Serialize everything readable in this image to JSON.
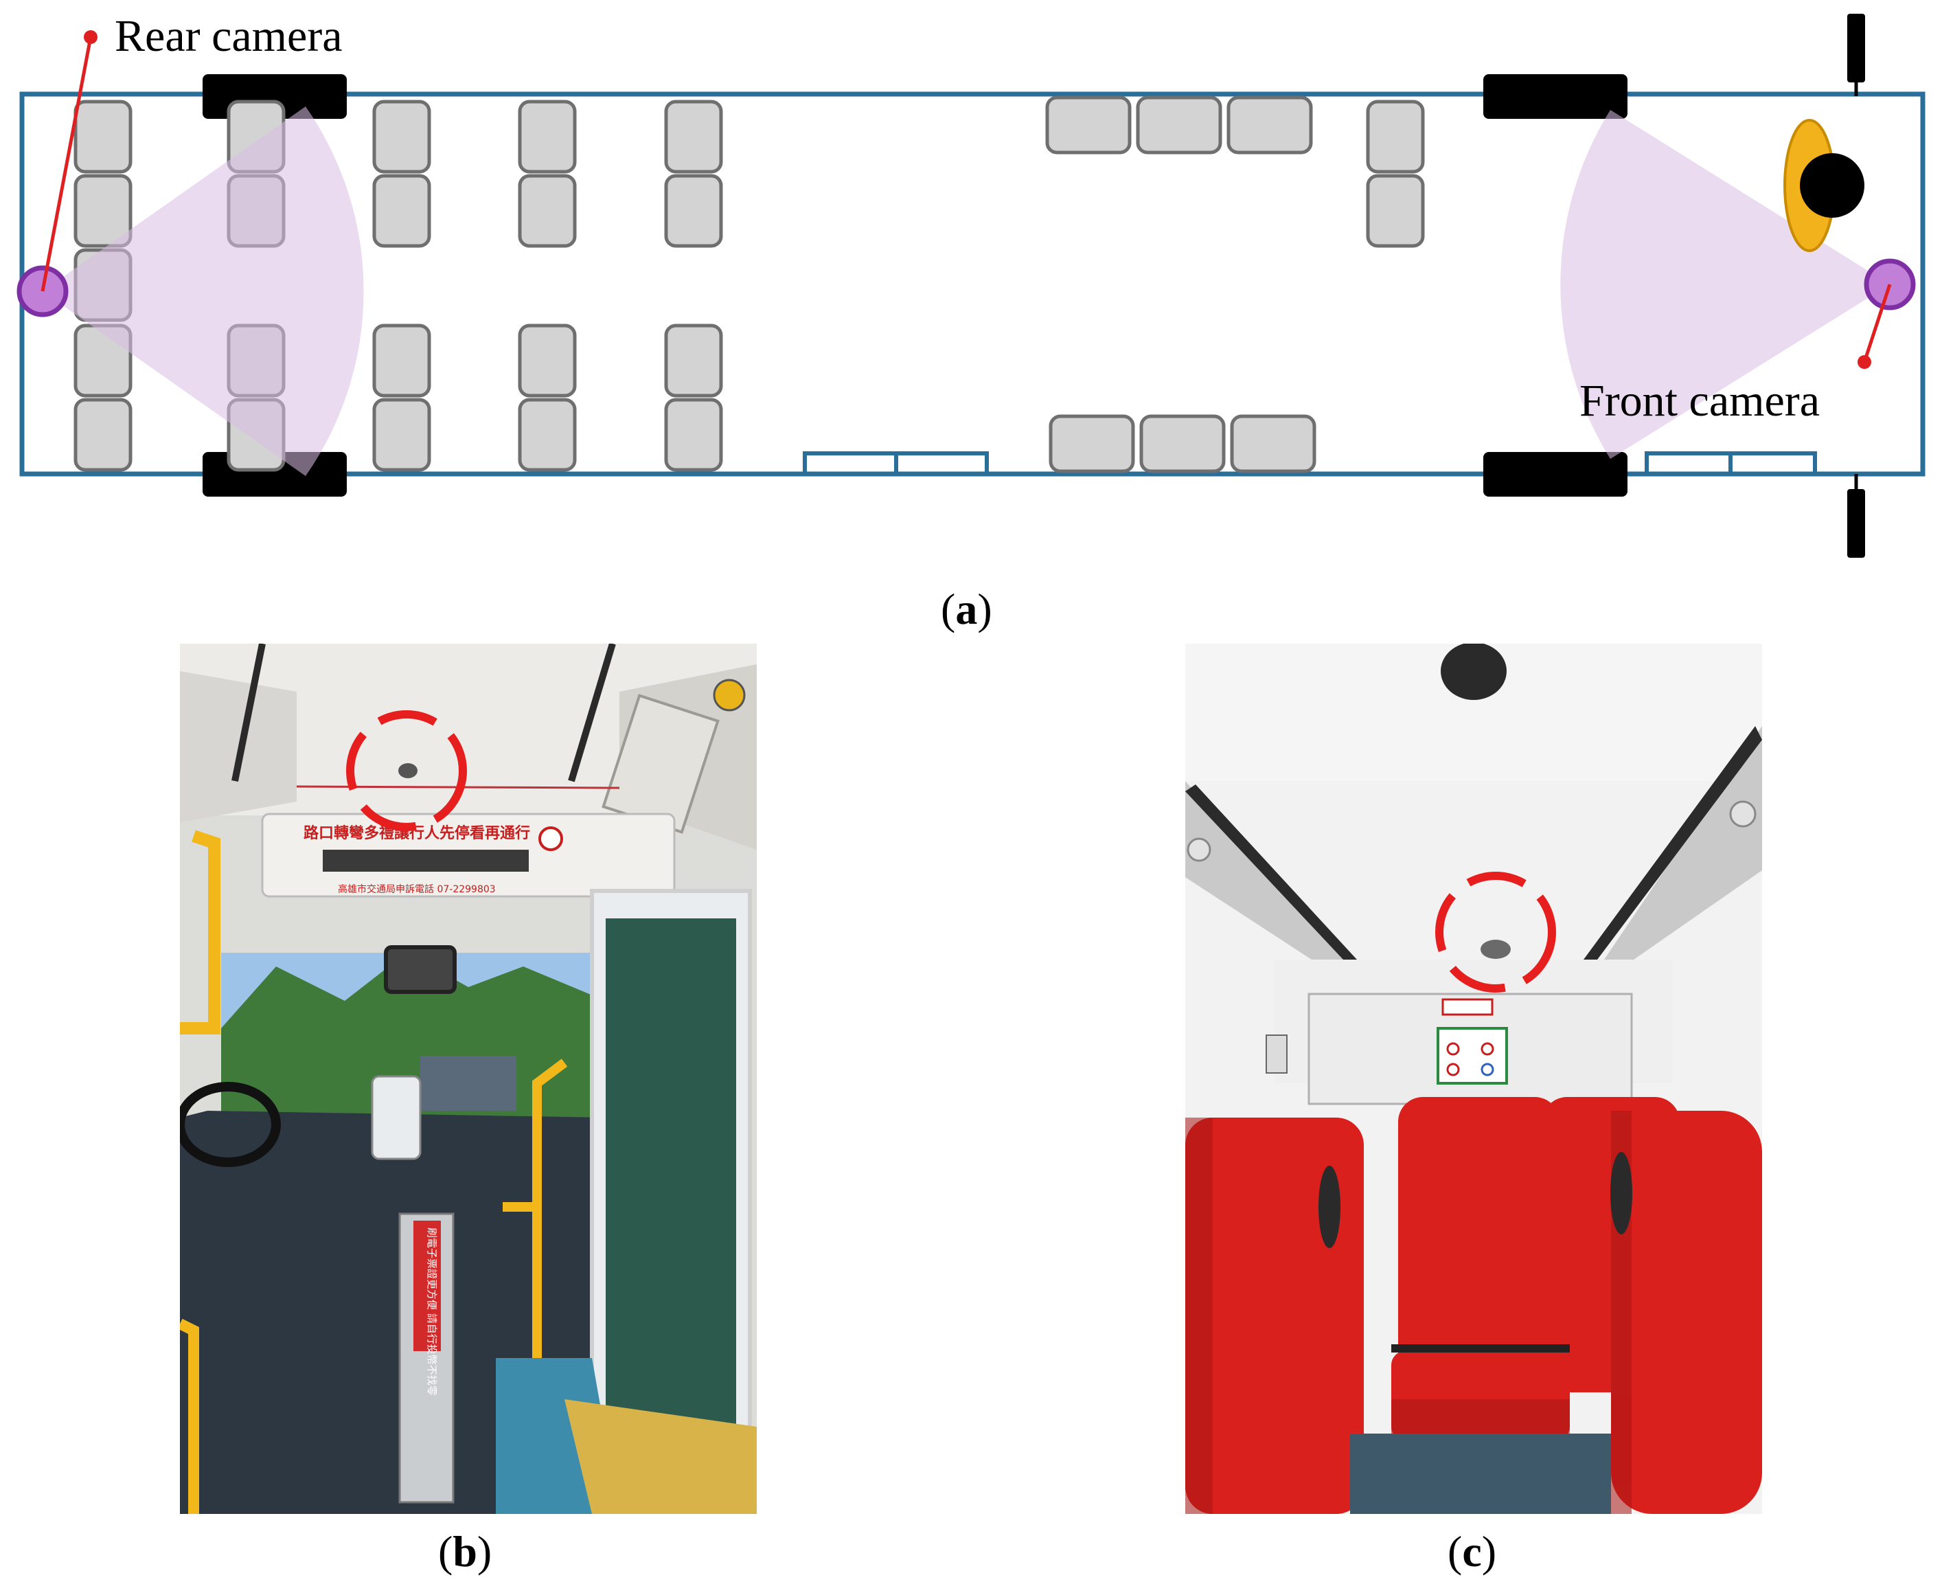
{
  "panel_a": {
    "caption_letter": "a",
    "labels": {
      "rear_camera": "Rear camera",
      "front_camera": "Front camera"
    },
    "colors": {
      "bus_outline": "#2a6f9a",
      "seat_fill": "#d3d3d3",
      "seat_stroke": "#6f6f6f",
      "wheel": "#000000",
      "camera_fill": "#c27fd8",
      "camera_stroke": "#7d2fa3",
      "camera_fov": "#e6d3ee",
      "leader_line": "#e02020",
      "steering_ring": "#f2b21c",
      "steering_center": "#000000"
    }
  },
  "panel_b": {
    "caption_letter": "b",
    "signs": {
      "led_banner": "路口轉彎多禮讓行人先停看再通行",
      "phone_line": "高雄市交通局申訴電話 07-2299803",
      "fare_box": "刷電子票證更方便 請自行投幣不找零"
    },
    "colors": {
      "marker": "#e61e1e",
      "ceiling": "#e9e9e7",
      "handrail": "#f2b71b"
    }
  },
  "panel_c": {
    "caption_letter": "c",
    "colors": {
      "marker": "#e61e1e",
      "seat": "#d9201d",
      "ceiling": "#f4f4f4"
    }
  }
}
